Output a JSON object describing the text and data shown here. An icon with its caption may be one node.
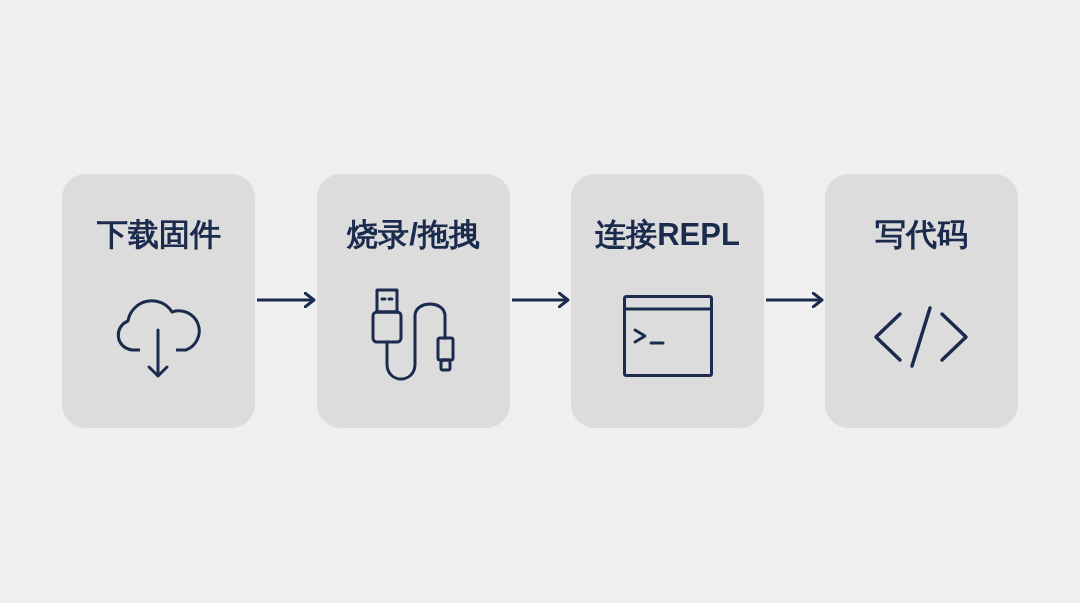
{
  "diagram": {
    "nodes": [
      {
        "text": [
          "下载固件"
        ]
      },
      {
        "text": [
          "烧录/拖拽"
        ]
      },
      {
        "text": [
          "连接REPL"
        ]
      },
      {
        "text": [
          "写代码"
        ]
      }
    ],
    "edges": [
      {
        "from": 0,
        "to": 1,
        "arrow": "to"
      },
      {
        "from": 1,
        "to": 2,
        "arrow": "to"
      },
      {
        "from": 2,
        "to": 3,
        "arrow": "to"
      }
    ]
  }
}
